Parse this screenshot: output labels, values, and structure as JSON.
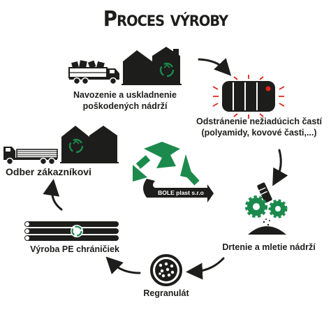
{
  "title": "Proces výroby",
  "brand": "BOLE plast s.r.o",
  "steps": [
    {
      "line1": "Navozenie a uskladnenie",
      "line2": "poškodených nádrží"
    },
    {
      "line1": "Odstránenie nežiadúcich častí",
      "line2": "(polyamidy, kovové časti,...)"
    },
    {
      "line1": "Drtenie a mletie nádrží"
    },
    {
      "line1": "Regranulát"
    },
    {
      "line1": "Výroba PE chráničiek"
    },
    {
      "line1": "Odber zákazníkovi"
    }
  ],
  "colors": {
    "dark": "#1d1d1b",
    "green": "#1b8a4c",
    "red": "#e2231a"
  }
}
